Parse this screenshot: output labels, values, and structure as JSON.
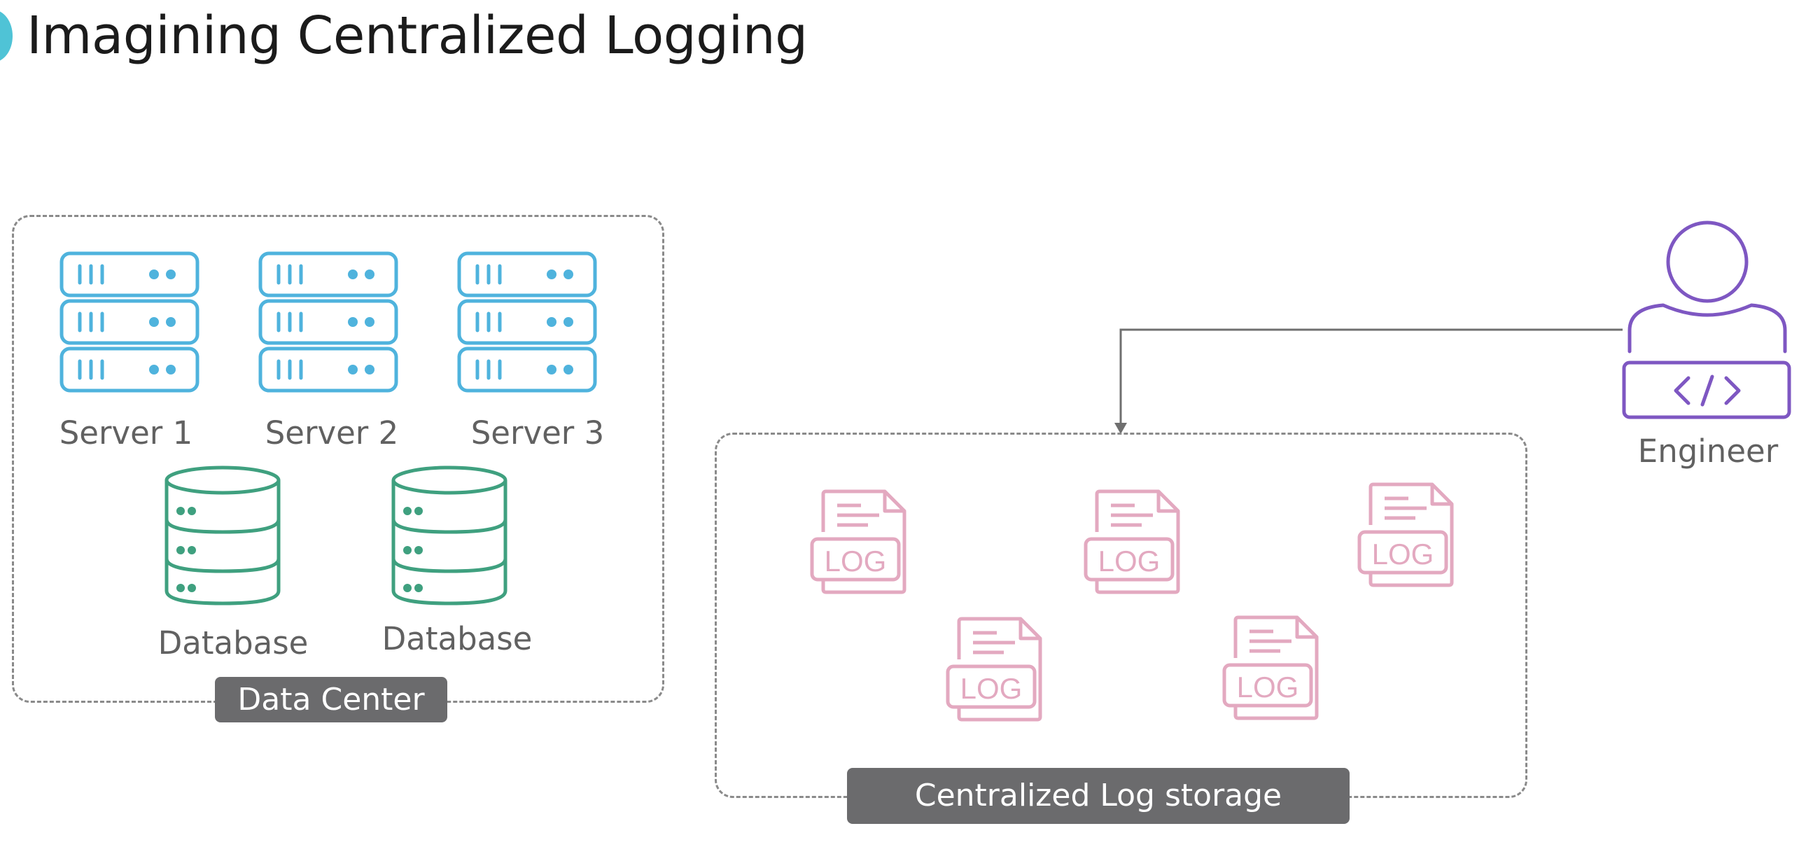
{
  "header": {
    "title": "Imagining Centralized Logging"
  },
  "data_center": {
    "label": "Data Center",
    "servers": [
      {
        "label": "Server 1",
        "icon": "server-rack-icon"
      },
      {
        "label": "Server 2",
        "icon": "server-rack-icon"
      },
      {
        "label": "Server 3",
        "icon": "server-rack-icon"
      }
    ],
    "databases": [
      {
        "label": "Database",
        "icon": "database-icon"
      },
      {
        "label": "Database",
        "icon": "database-icon"
      }
    ]
  },
  "log_storage": {
    "label": "Centralized Log storage",
    "log_icon_text": "LOG",
    "log_file_count": 5
  },
  "engineer": {
    "label": "Engineer",
    "icon": "engineer-icon"
  },
  "colors": {
    "title_accent": "#4fc3d6",
    "server": "#4fb3dd",
    "database": "#3fa07f",
    "log": "#e3a9c0",
    "engineer": "#7e57c2",
    "label_fill": "#6b6b6d",
    "connector": "#6f6f6f"
  }
}
